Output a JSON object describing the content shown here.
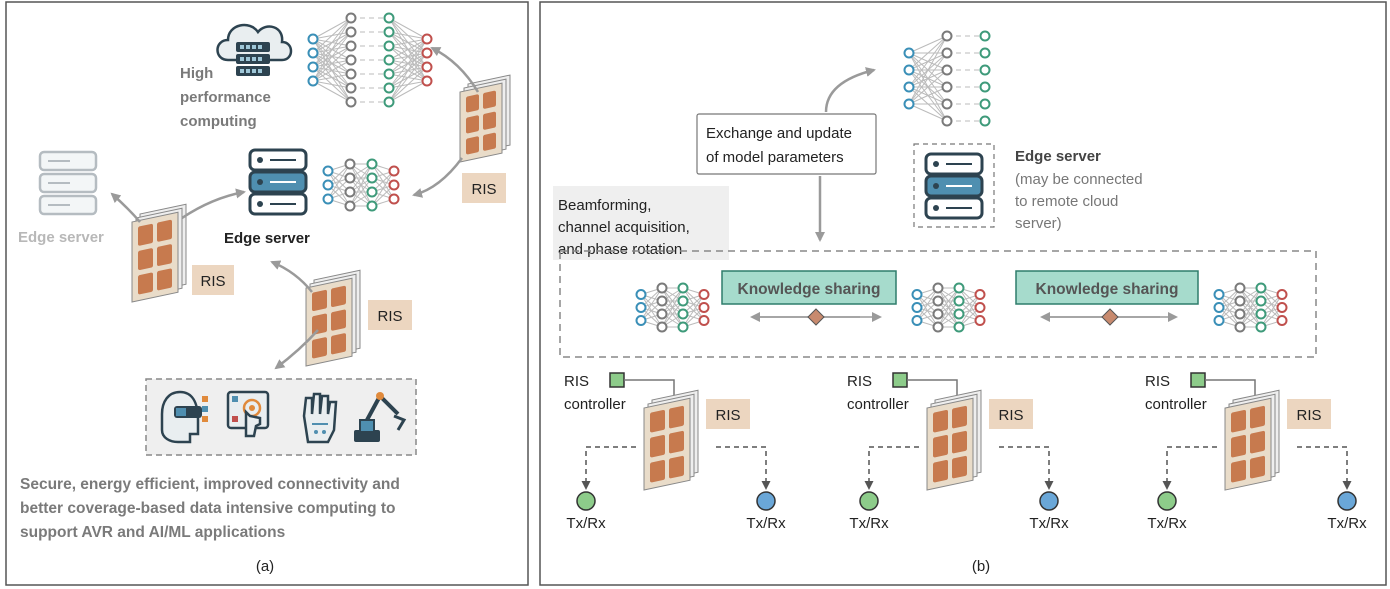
{
  "colors": {
    "panel_border": "#555555",
    "dashed": "#888888",
    "arrow": "#9a9a9a",
    "ris_tile": "#c77a4e",
    "ris_bg": "#e9dcc9",
    "ris_label_bg": "#ecd6c0",
    "knowledge_bg": "#a6dbcc",
    "knowledge_border": "#2e7d6b",
    "diamond": "#c88a6e",
    "node_blue": "#3a8fb7",
    "node_gray": "#7a7a7a",
    "node_green": "#3e9a7a",
    "node_red": "#c0504d",
    "server_dark": "#2d4350",
    "server_blue": "#4f8fb0",
    "controller_green": "#8dcc8a",
    "txrx_green": "#8dcc8a",
    "txrx_blue": "#6aa7d8",
    "text_gray": "#7a7a7a",
    "text_dark": "#222222"
  },
  "panel_a": {
    "hpc_label_lines": [
      "High",
      "performance",
      "computing"
    ],
    "edge_server_faded_label": "Edge server",
    "edge_server_label": "Edge server",
    "ris_labels": [
      "RIS",
      "RIS",
      "RIS"
    ],
    "caption_lines": [
      "Secure, energy efficient, improved connectivity and",
      "better coverage-based data intensive computing to",
      "support AVR and AI/ML applications"
    ],
    "panel_label": "(a)",
    "app_icons": [
      "vr-headset-icon",
      "touch-screen-icon",
      "robot-hand-icon",
      "robot-arm-icon"
    ]
  },
  "panel_b": {
    "exchange_label_lines": [
      "Exchange and update",
      "of model parameters"
    ],
    "edge_server_title": "Edge server",
    "edge_server_note_lines": [
      "(may be connected",
      "to remote cloud",
      "server)"
    ],
    "beamforming_lines": [
      "Beamforming,",
      "channel acquisition,",
      "and phase rotation"
    ],
    "knowledge_sharing": [
      "Knowledge sharing",
      "Knowledge sharing"
    ],
    "clusters": [
      {
        "controller_lines": [
          "RIS",
          "controller"
        ],
        "ris_label": "RIS",
        "txrx_left": "Tx/Rx",
        "txrx_right": "Tx/Rx"
      },
      {
        "controller_lines": [
          "RIS",
          "controller"
        ],
        "ris_label": "RIS",
        "txrx_left": "Tx/Rx",
        "txrx_right": "Tx/Rx"
      },
      {
        "controller_lines": [
          "RIS",
          "controller"
        ],
        "ris_label": "RIS",
        "txrx_left": "Tx/Rx",
        "txrx_right": "Tx/Rx"
      }
    ],
    "panel_label": "(b)"
  }
}
